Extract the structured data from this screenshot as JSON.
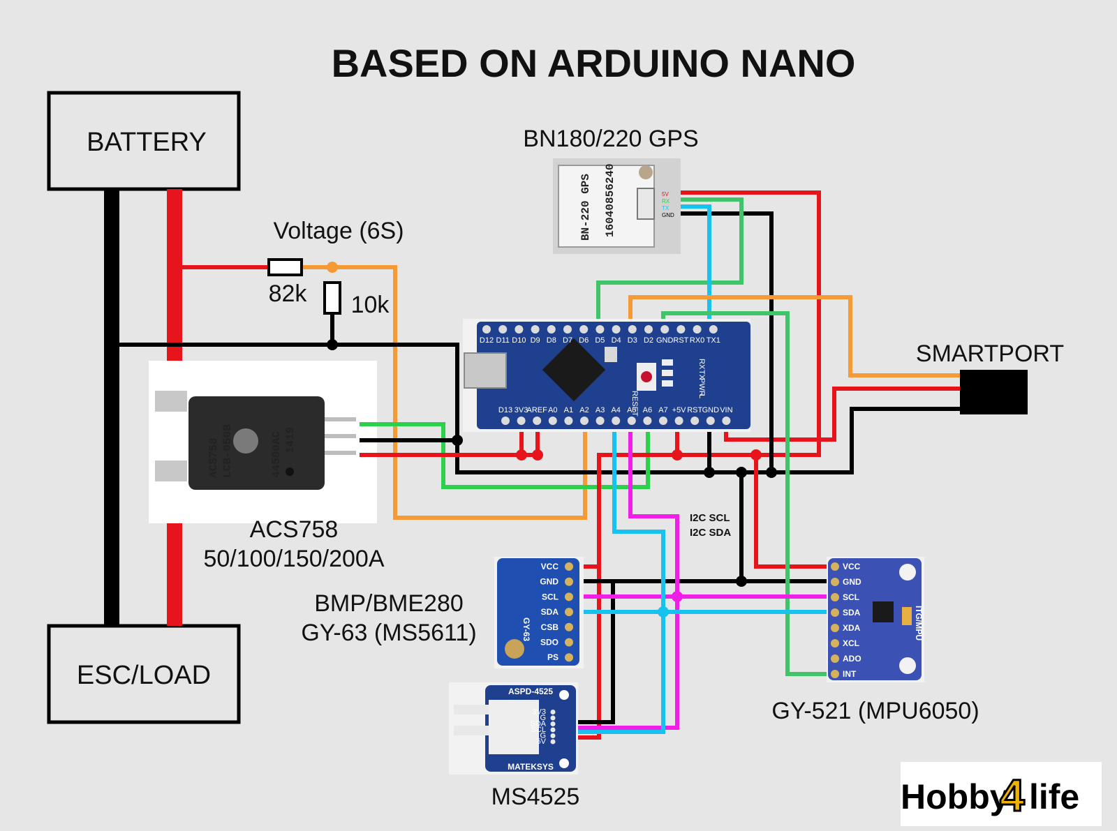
{
  "title": "BASED ON ARDUINO NANO",
  "blocks": {
    "battery": "BATTERY",
    "esc_load": "ESC/LOAD",
    "smartport": "SMARTPORT"
  },
  "voltage_divider": {
    "label": "Voltage (6S)",
    "r1": "82k",
    "r2": "10k"
  },
  "modules": {
    "gps": {
      "label": "BN180/220 GPS",
      "chip_text": "BN-220 GPS",
      "serial": "16040856240",
      "pins": [
        "5V",
        "RX",
        "TX",
        "GND"
      ]
    },
    "nano": {
      "top_pins": [
        "D12",
        "D11",
        "D10",
        "D9",
        "D8",
        "D7",
        "D6",
        "D5",
        "D4",
        "D3",
        "D2",
        "GND",
        "RST",
        "RX0",
        "TX1"
      ],
      "bottom_pins": [
        "D13",
        "3V3",
        "AREF",
        "A0",
        "A1",
        "A2",
        "A3",
        "A4",
        "A5",
        "A6",
        "A7",
        "+5V",
        "RST",
        "GND",
        "VIN"
      ],
      "side_labels": [
        "RESET",
        "RX",
        "TX",
        "PWR",
        "L"
      ]
    },
    "acs758": {
      "label": "ACS758",
      "sublabel": "50/100/150/200A",
      "chip_text": [
        "ACS758",
        "LCB-050B",
        "44500AC",
        "1419"
      ]
    },
    "bmp": {
      "label": "BMP/BME280",
      "sublabel": "GY-63 (MS5611)",
      "board_text": "GY-63",
      "pins": [
        "VCC",
        "GND",
        "SCL",
        "SDA",
        "CSB",
        "SDO",
        "PS"
      ]
    },
    "ms4525": {
      "label": "MS4525",
      "board_top": "ASPD-4525",
      "board_bottom": "MATEKSYS",
      "pins": [
        "5V",
        "G",
        "SCL",
        "SDA",
        "G",
        "3V3"
      ]
    },
    "mpu": {
      "label": "GY-521 (MPU6050)",
      "board_text": "ITG/MPU",
      "pins": [
        "VCC",
        "GND",
        "SCL",
        "SDA",
        "XDA",
        "XCL",
        "ADO",
        "INT"
      ]
    }
  },
  "bus_labels": {
    "scl": "I2C SCL",
    "sda": "I2C SDA"
  },
  "logo": {
    "part1": "Hobby",
    "part2": "4",
    "part3": "life"
  },
  "colors": {
    "power": "#e8141b",
    "ground": "#000000",
    "signal": "#f59a34",
    "green": "#2bd14a",
    "sda": "#18c2ef",
    "scl": "#f01ee6",
    "board": "#1f3f8f"
  }
}
